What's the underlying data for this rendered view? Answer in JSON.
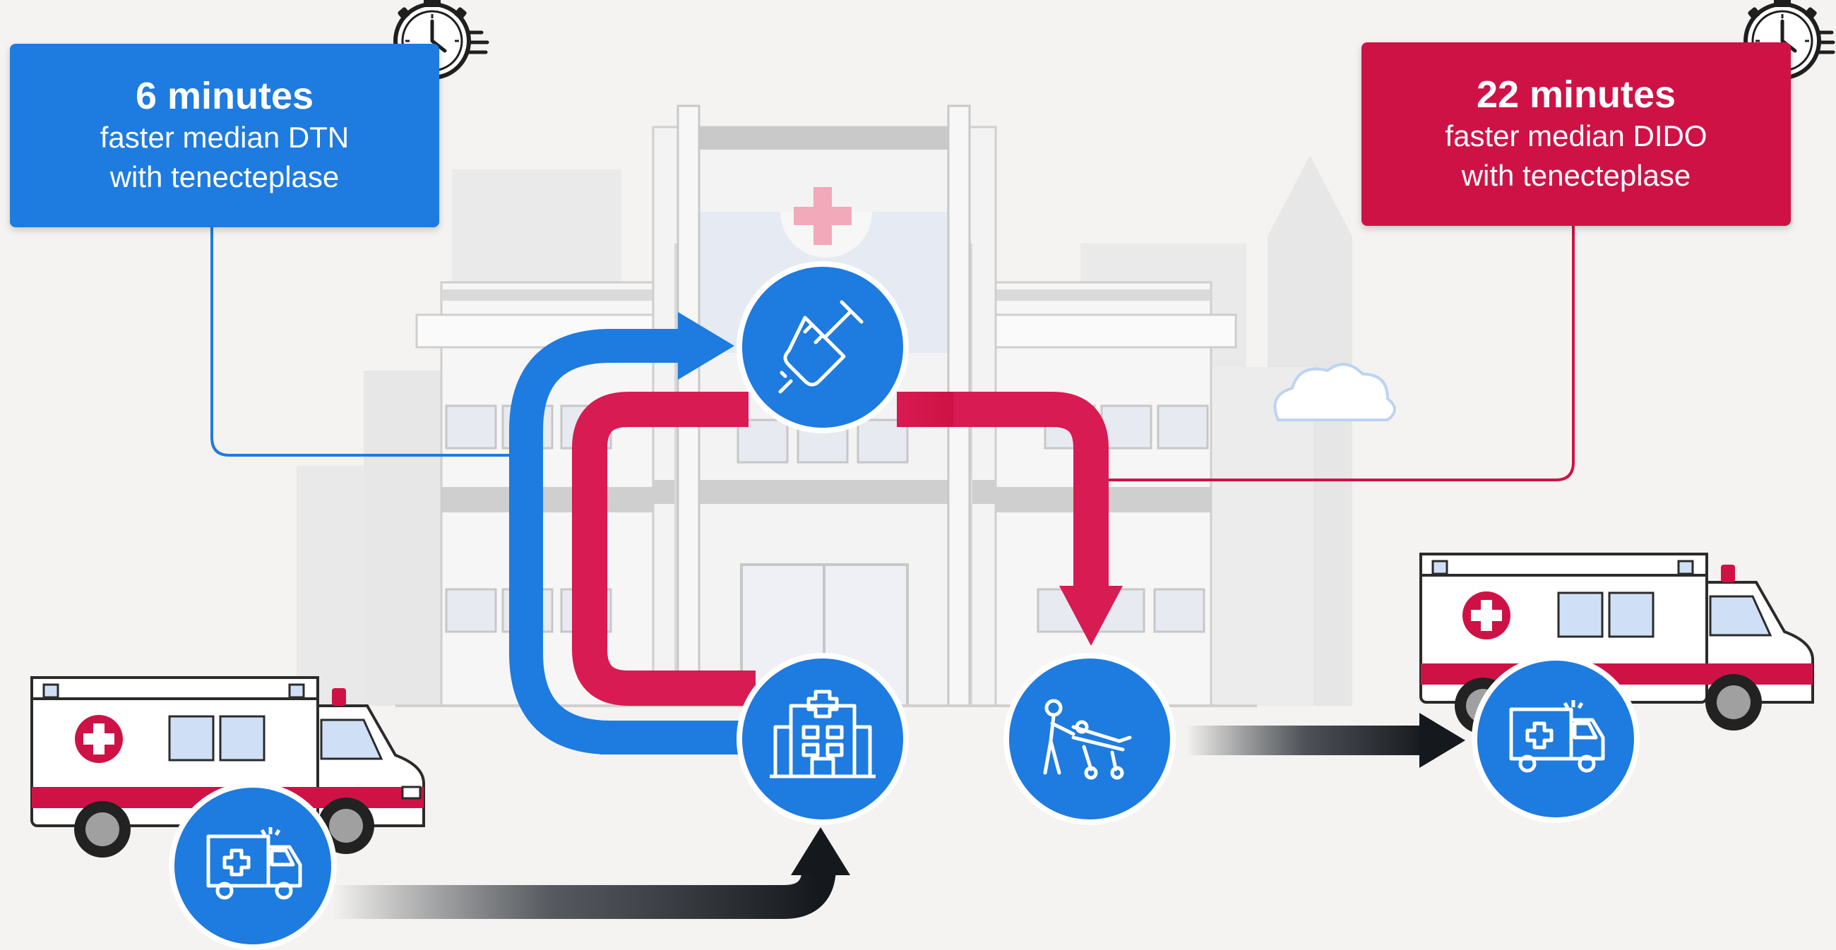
{
  "callouts": {
    "dtn": {
      "value": "6 minutes",
      "line1": "faster median DTN",
      "line2": "with tenecteplase",
      "color": "#1e7be0"
    },
    "dido": {
      "value": "22 minutes",
      "line1": "faster median DIDO",
      "line2": "with tenecteplase",
      "color": "#cf1245"
    }
  },
  "icons": [
    "stopwatch-icon",
    "ambulance-icon",
    "hospital-icon",
    "syringe-icon",
    "stretcher-icon",
    "ambulance-transfer-icon",
    "red-cross-icon",
    "cloud-icon"
  ],
  "colors": {
    "blue": "#1e7be0",
    "red": "#cf1245",
    "dark": "#1c2026",
    "background": "#f4f3f1"
  }
}
